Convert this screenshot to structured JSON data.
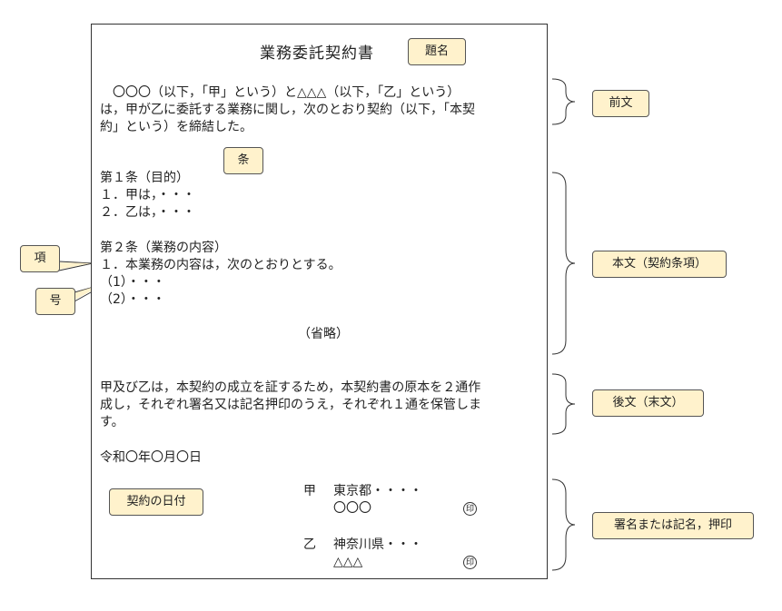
{
  "document": {
    "title": "業務委託契約書",
    "preamble_lines": [
      "　〇〇〇（以下，「甲」という）と△△△（以下，「乙」という）",
      "は，甲が乙に委託する業務に関し，次のとおり契約（以下，「本契",
      "約」という）を締結した。"
    ],
    "article1_heading": "第１条（目的）",
    "article1_items": [
      "１．甲は，・・・",
      "２．乙は，・・・"
    ],
    "article2_heading": "第２条（業務の内容）",
    "article2_item": "１．本業務の内容は，次のとおりとする。",
    "article2_subitems": [
      "（1）・・・",
      "（2）・・・"
    ],
    "omitted": "（省略）",
    "closing_lines": [
      "甲及び乙は，本契約の成立を証するため，本契約書の原本を２通作",
      "成し，それぞれ署名又は記名押印のうえ，それぞれ１通を保管しま",
      "す。"
    ],
    "date": "令和〇年〇月〇日",
    "party_a": {
      "label": "甲",
      "address": "東京都・・・・",
      "name": "〇〇〇",
      "seal": "印"
    },
    "party_b": {
      "label": "乙",
      "address": "神奈川県・・・",
      "name": "△△△",
      "seal": "印"
    }
  },
  "callouts": {
    "title": "題名",
    "article": "条",
    "clause": "項",
    "item": "号",
    "date": "契約の日付"
  },
  "sections": {
    "preamble": "前文",
    "body": "本文（契約条項）",
    "closing": "後文（末文）",
    "signature": "署名または記名，押印"
  },
  "colors": {
    "callout_fill": "#fff2cc",
    "stroke": "#333333"
  }
}
